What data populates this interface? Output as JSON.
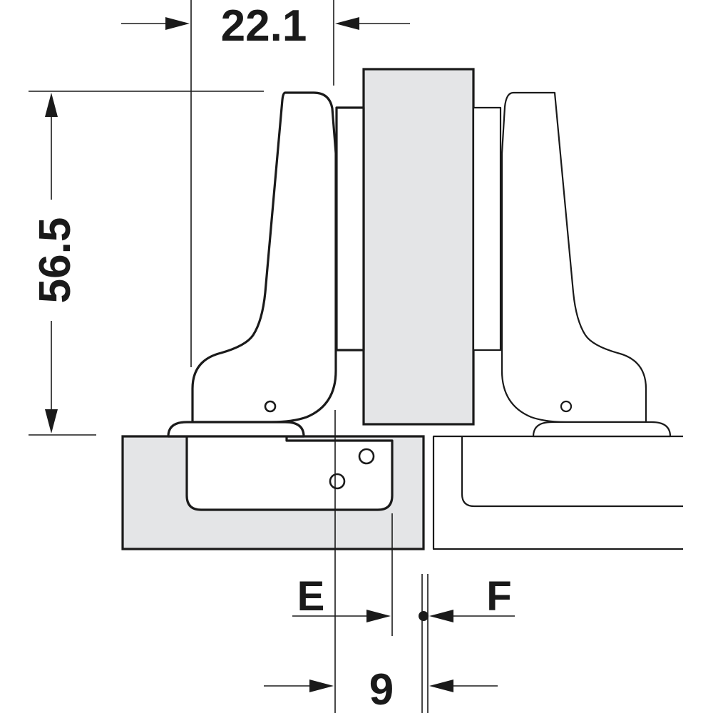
{
  "dimensions": {
    "width_value": "22.1",
    "height_value": "56.5",
    "distance_value": "9",
    "label_e": "E",
    "label_f": "F"
  },
  "colors": {
    "line": "#1a1a1a",
    "panel_fill": "#e4e5e7",
    "background": "#ffffff"
  }
}
